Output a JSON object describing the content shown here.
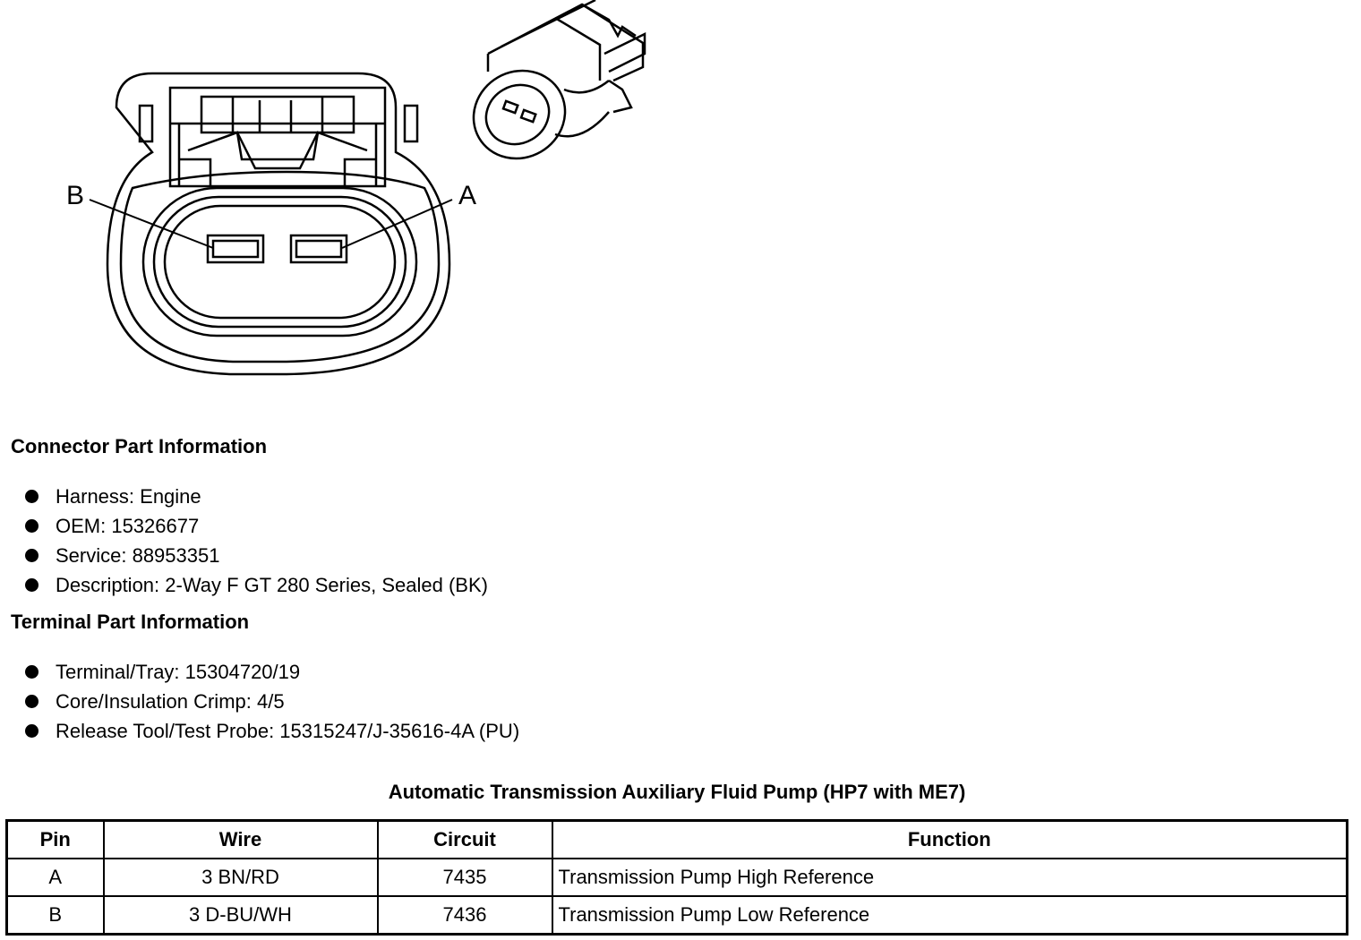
{
  "diagram": {
    "pin_labels": {
      "b": "B",
      "a": "A"
    }
  },
  "connector_info": {
    "title": "Connector Part Information",
    "items": [
      "Harness: Engine",
      "OEM: 15326677",
      "Service: 88953351",
      "Description: 2-Way F GT 280 Series, Sealed (BK)"
    ]
  },
  "terminal_info": {
    "title": "Terminal Part Information",
    "items": [
      "Terminal/Tray: 15304720/19",
      "Core/Insulation Crimp: 4/5",
      "Release Tool/Test Probe: 15315247/J-35616-4A (PU)"
    ]
  },
  "pin_table": {
    "title": "Automatic Transmission Auxiliary Fluid Pump (HP7 with ME7)",
    "headers": {
      "pin": "Pin",
      "wire": "Wire",
      "circuit": "Circuit",
      "function": "Function"
    },
    "rows": [
      {
        "pin": "A",
        "wire": "3 BN/RD",
        "circuit": "7435",
        "function": "Transmission Pump High Reference"
      },
      {
        "pin": "B",
        "wire": "3 D-BU/WH",
        "circuit": "7436",
        "function": "Transmission Pump Low Reference"
      }
    ]
  }
}
